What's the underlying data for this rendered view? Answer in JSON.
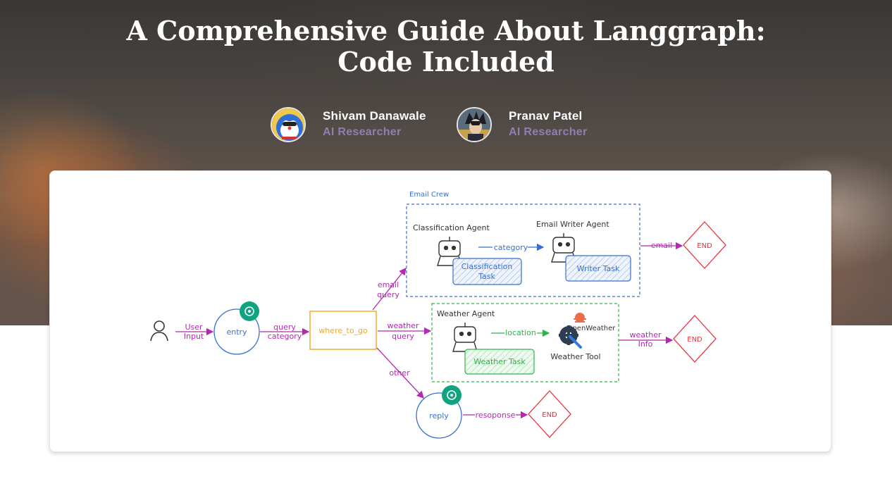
{
  "article": {
    "title": "A Comprehensive Guide About Langgraph: Code Included"
  },
  "authors": [
    {
      "name": "Shivam Danawale",
      "role": "AI Researcher"
    },
    {
      "name": "Pranav Patel",
      "role": "AI Researcher"
    }
  ],
  "diagram": {
    "user_input": [
      "User",
      "Input"
    ],
    "entry": "entry",
    "query_category": [
      "query",
      "category"
    ],
    "router": "where_to_go",
    "email_query": [
      "email",
      "query"
    ],
    "weather_query": [
      "weather",
      "query"
    ],
    "other": "other",
    "email_crew": {
      "label": "Email Crew",
      "classification_agent": "Classification Agent",
      "classification_task": [
        "Classification",
        "Task"
      ],
      "category": "category",
      "writer_agent": "Email Writer Agent",
      "writer_task": "Writer Task",
      "email": "email",
      "end": "END"
    },
    "weather": {
      "agent": "Weather Agent",
      "location": "location",
      "task": "Weather Task",
      "tool_brand": "OpenWeather",
      "tool": "Weather Tool",
      "info": [
        "weather",
        "Info"
      ],
      "end": "END"
    },
    "reply": {
      "node": "reply",
      "response": "resoponse",
      "end": "END"
    },
    "colors": {
      "magenta": "#b428b4",
      "blue": "#3a6fd1",
      "green": "#2fb34a",
      "orange": "#f5a623",
      "red": "#e8313f",
      "openai": "#10a37f"
    }
  }
}
